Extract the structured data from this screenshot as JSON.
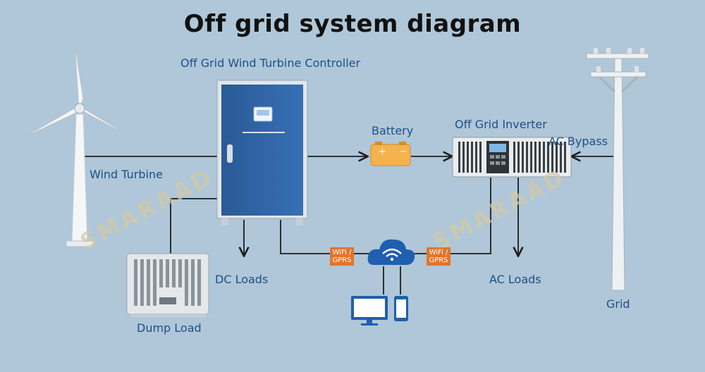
{
  "title": "Off grid system diagram",
  "labels": {
    "controller": "Off Grid Wind Turbine Controller",
    "battery": "Battery",
    "inverter": "Off Grid Inverter",
    "ac_bypass": "AC Bypass",
    "wind_turbine": "Wind Turbine",
    "dc_loads": "DC Loads",
    "ac_loads": "AC Loads",
    "dump_load": "Dump Load",
    "grid": "Grid"
  },
  "tags": {
    "left": [
      "WiFi /",
      "GPRS"
    ],
    "right": [
      "WiFi /",
      "GPRS"
    ]
  },
  "battery_symbols": {
    "plus": "+",
    "minus": "−"
  },
  "watermark": "SMARAAD",
  "colors": {
    "background": "#afc7d8",
    "label": "#1f4f86",
    "controller": "#2c5f9e",
    "battery": "#f5b24d",
    "tag": "#e3742b",
    "line": "#1d1d1d",
    "cloud": "#1f5fae"
  },
  "icons": [
    "wind-turbine-icon",
    "controller-cabinet-icon",
    "battery-icon",
    "inverter-icon",
    "utility-pole-icon",
    "dump-load-icon",
    "wifi-cloud-icon",
    "monitor-icon",
    "phone-icon"
  ]
}
